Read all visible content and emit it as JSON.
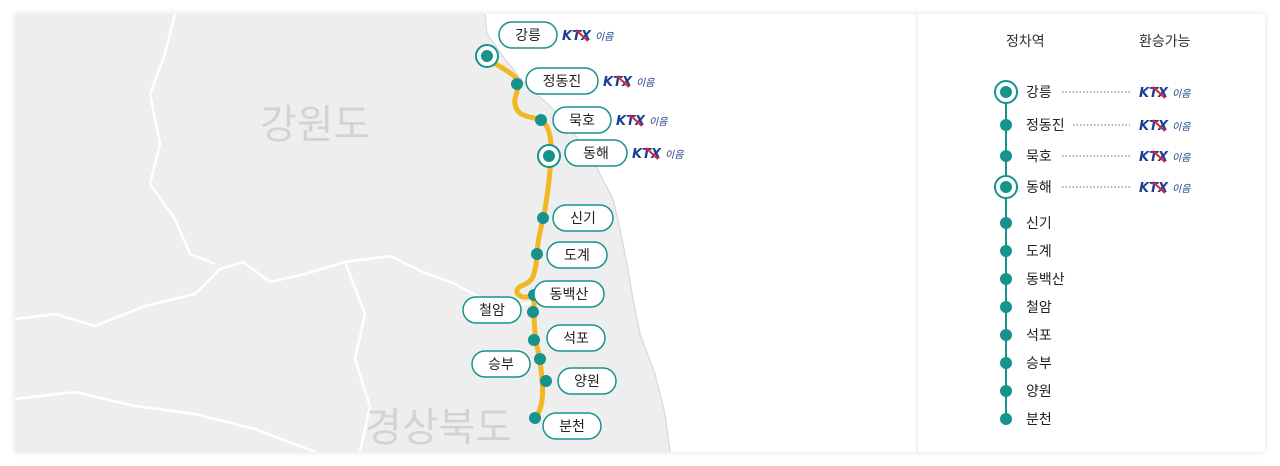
{
  "map": {
    "regions": [
      "강원도",
      "경상북도"
    ],
    "route_color": "#f2b824",
    "station_color": "#16938d",
    "label_border_color": "#16938d",
    "ktx_color": "#1f3f93"
  },
  "stations": [
    {
      "name": "강릉",
      "major": true,
      "ktx": true
    },
    {
      "name": "정동진",
      "major": false,
      "ktx": true
    },
    {
      "name": "묵호",
      "major": false,
      "ktx": true
    },
    {
      "name": "동해",
      "major": true,
      "ktx": true
    },
    {
      "name": "신기",
      "major": false,
      "ktx": false
    },
    {
      "name": "도계",
      "major": false,
      "ktx": false
    },
    {
      "name": "동백산",
      "major": false,
      "ktx": false
    },
    {
      "name": "철암",
      "major": false,
      "ktx": false
    },
    {
      "name": "석포",
      "major": false,
      "ktx": false
    },
    {
      "name": "승부",
      "major": false,
      "ktx": false
    },
    {
      "name": "양원",
      "major": false,
      "ktx": false
    },
    {
      "name": "분천",
      "major": false,
      "ktx": false
    }
  ],
  "ktx_badge": {
    "brand": "KTX",
    "suffix": "이음"
  },
  "legend": {
    "header_stop": "정차역",
    "header_transfer": "환승가능"
  }
}
